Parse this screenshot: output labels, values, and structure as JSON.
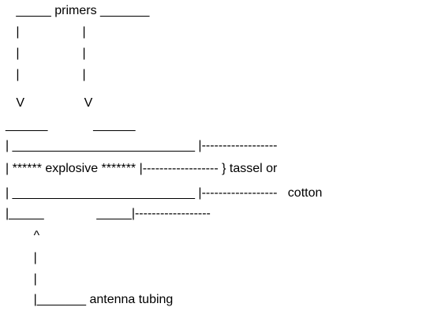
{
  "diagram": {
    "lines": [
      "   _____ primers _______",
      "   |                  |",
      "   |                  |",
      "   |                  |",
      "   V                 V",
      "______             ______",
      "| __________________________ |------------------",
      "| ****** explosive ******* |------------------ } tassel or",
      "| __________________________ |------------------   cotton",
      "|_____               _____|------------------",
      "        ^",
      "        |",
      "        |",
      "        |_______ antenna tubing"
    ]
  }
}
